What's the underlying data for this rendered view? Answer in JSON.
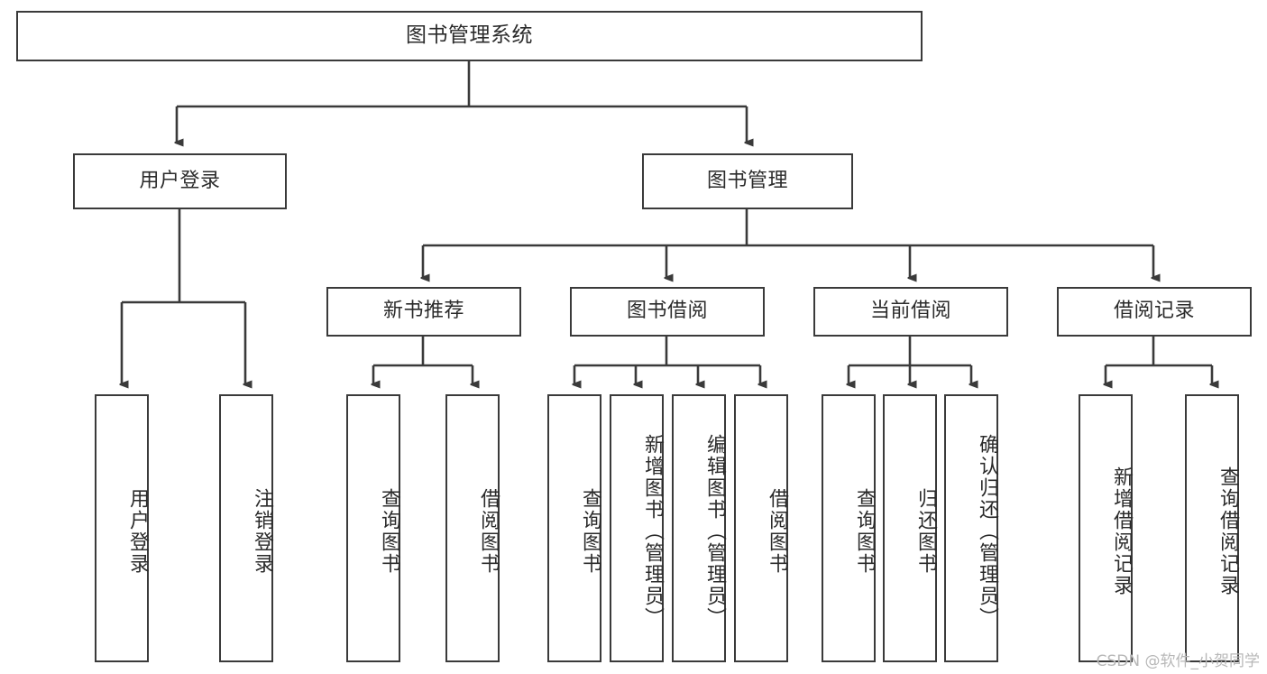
{
  "diagram": {
    "title": "图书管理系统",
    "type": "tree-hierarchy-chart",
    "watermark": "CSDN @软件_小贺同学",
    "colors": {
      "box_border": "#3a3a3a",
      "box_fill": "#ffffff",
      "connector": "#3a3a3a",
      "text": "#2b2b2b",
      "watermark": "#b8b8b8",
      "background": "#ffffff"
    },
    "root": {
      "label": "图书管理系统"
    },
    "level2": [
      {
        "label": "用户登录"
      },
      {
        "label": "图书管理"
      }
    ],
    "level3": [
      {
        "label": "新书推荐"
      },
      {
        "label": "图书借阅"
      },
      {
        "label": "当前借阅"
      },
      {
        "label": "借阅记录"
      }
    ],
    "leaves": {
      "user_login": [
        {
          "label": "用户登录"
        },
        {
          "label": "注销登录"
        }
      ],
      "new_book_recommend": [
        {
          "label": "查询图书"
        },
        {
          "label": "借阅图书"
        }
      ],
      "book_borrow": [
        {
          "label": "查询图书"
        },
        {
          "label": "新增图书（管理员）"
        },
        {
          "label": "编辑图书（管理员）"
        },
        {
          "label": "借阅图书"
        }
      ],
      "current_borrow": [
        {
          "label": "查询图书"
        },
        {
          "label": "归还图书"
        },
        {
          "label": "确认归还（管理员）"
        }
      ],
      "borrow_record": [
        {
          "label": "新增借阅记录"
        },
        {
          "label": "查询借阅记录"
        }
      ]
    }
  }
}
